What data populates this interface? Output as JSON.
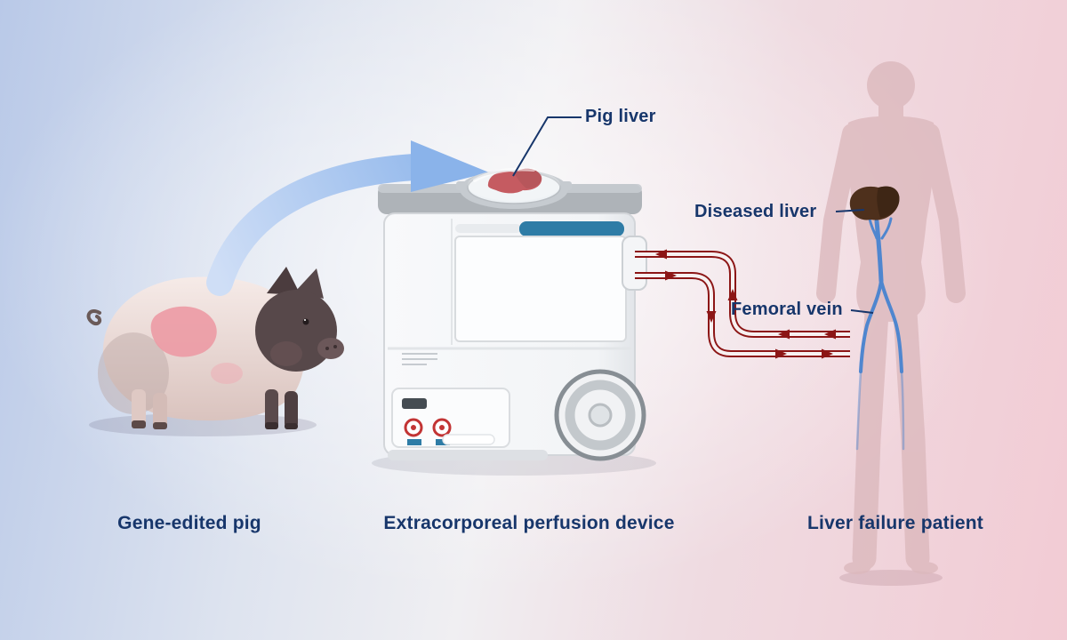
{
  "figure": {
    "annotations": {
      "pig_liver": "Pig liver",
      "diseased_liver": "Diseased liver",
      "femoral_vein": "Femoral vein"
    },
    "captions": {
      "pig": "Gene-edited pig",
      "device": "Extracorporeal perfusion device",
      "patient": "Liver failure patient"
    }
  },
  "colors": {
    "label_text": "#17366b",
    "tube": "#8c1616",
    "vein_blue": "#4f86cf",
    "pig_liver_red": "#b2252c",
    "diseased_liver_brown": "#4e301c",
    "device_accent": "#2e7ca6",
    "arrow_blue": "#8ab3ea",
    "bg_left": "#b9c9e8",
    "bg_right": "#f2cbd4"
  }
}
